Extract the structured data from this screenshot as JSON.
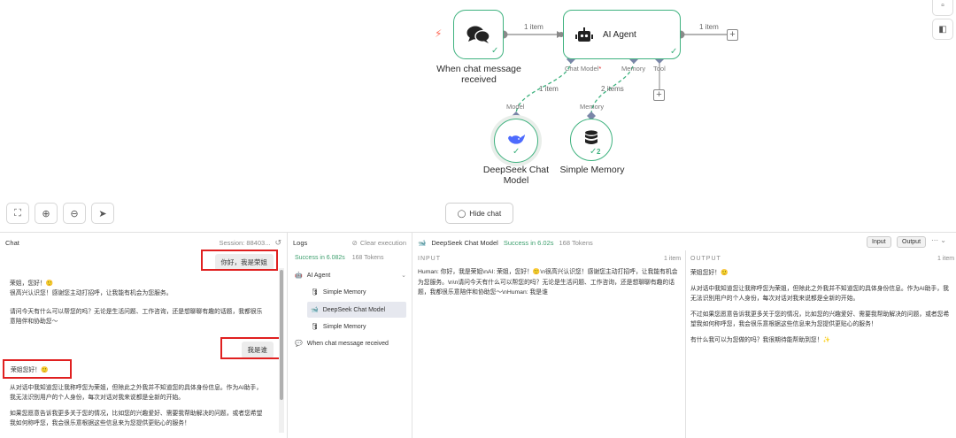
{
  "canvas": {
    "nodes": {
      "chat_trigger": {
        "label": "When chat message received"
      },
      "agent": {
        "label": "AI Agent"
      },
      "deepseek": {
        "label": "DeepSeek Chat Model"
      },
      "memory": {
        "label": "Simple Memory",
        "badge": "2"
      }
    },
    "edges": {
      "trigger_to_agent": "1 item",
      "agent_out": "1 item",
      "model_link": "1 item",
      "memory_link": "2 items"
    },
    "ports": {
      "chat_model": "Chat Model",
      "chat_model_required": "*",
      "memory": "Memory",
      "tool": "Tool",
      "model_in": "Model",
      "memory_in": "Memory"
    },
    "hide_chat_label": "Hide chat"
  },
  "chat": {
    "title": "Chat",
    "session": "Session: 88403...",
    "messages": {
      "user1": "你好，我是荣姐",
      "bot1_line1": "荣姐，您好！🙂",
      "bot1_line2": "很高兴认识您！感谢您主动打招呼，让我能有机会为您服务。",
      "bot1_line3": "请问今天有什么可以帮您的吗？无论是生活问题、工作咨询，还是想聊聊有趣的话题，我都很乐意陪伴和协助您～",
      "user2": "我是谁",
      "bot2_line1": "荣姐您好！🙂",
      "bot2_line2": "从对话中我知道您让我称呼您为荣姐，但除此之外我并不知道您的具体身份信息。作为AI助手，我无法识别用户的个人身份，每次对话对我来说都是全新的开始。",
      "bot2_line3": "如果您愿意告诉我更多关于您的情况，比如您的兴趣爱好、需要我帮助解决的问题，或者您希望我如何称呼您，我会很乐意根据这些信息来为您提供更贴心的服务！"
    }
  },
  "logs": {
    "title": "Logs",
    "clear_label": "Clear execution",
    "status": "Success in 6.082s",
    "tokens": "168 Tokens",
    "items": {
      "agent": "AI Agent",
      "memory1": "Simple Memory",
      "deepseek": "DeepSeek Chat Model",
      "memory2": "Simple Memory",
      "trigger": "When chat message received"
    }
  },
  "detail": {
    "node_name": "DeepSeek Chat Model",
    "status": "Success in 6.02s",
    "tokens": "168 Tokens",
    "input_tab": "Input",
    "output_tab": "Output",
    "input_head": "INPUT",
    "input_count": "1 item",
    "output_head": "OUTPUT",
    "output_count": "1 item",
    "input_text": "Human: 你好，我是荣姐\\nAI: 荣姐，您好！🙂\\n很高兴认识您！感谢您主动打招呼，让我能有机会为您服务。\\n\\n请问今天有什么可以帮您的吗？无论是生活问题、工作咨询，还是想聊聊有趣的话题，我都很乐意陪伴和协助您～\\nHuman: 我是谁",
    "output_p1": "荣姐您好！🙂",
    "output_p2": "从对话中我知道您让我称呼您为荣姐，但除此之外我并不知道您的具体身份信息。作为AI助手，我无法识别用户的个人身份，每次对话对我来说都是全新的开始。",
    "output_p3": "不过如果您愿意告诉我更多关于您的情况，比如您的兴趣爱好、需要我帮助解决的问题，或者您希望我如何称呼您，我会很乐意根据这些信息来为您提供更贴心的服务！",
    "output_p4": "有什么我可以为您做的吗？我很期待能帮助到您！✨"
  },
  "colors": {
    "success": "#3fb27f",
    "highlight": "#e02020",
    "port": "#7a86a8"
  }
}
